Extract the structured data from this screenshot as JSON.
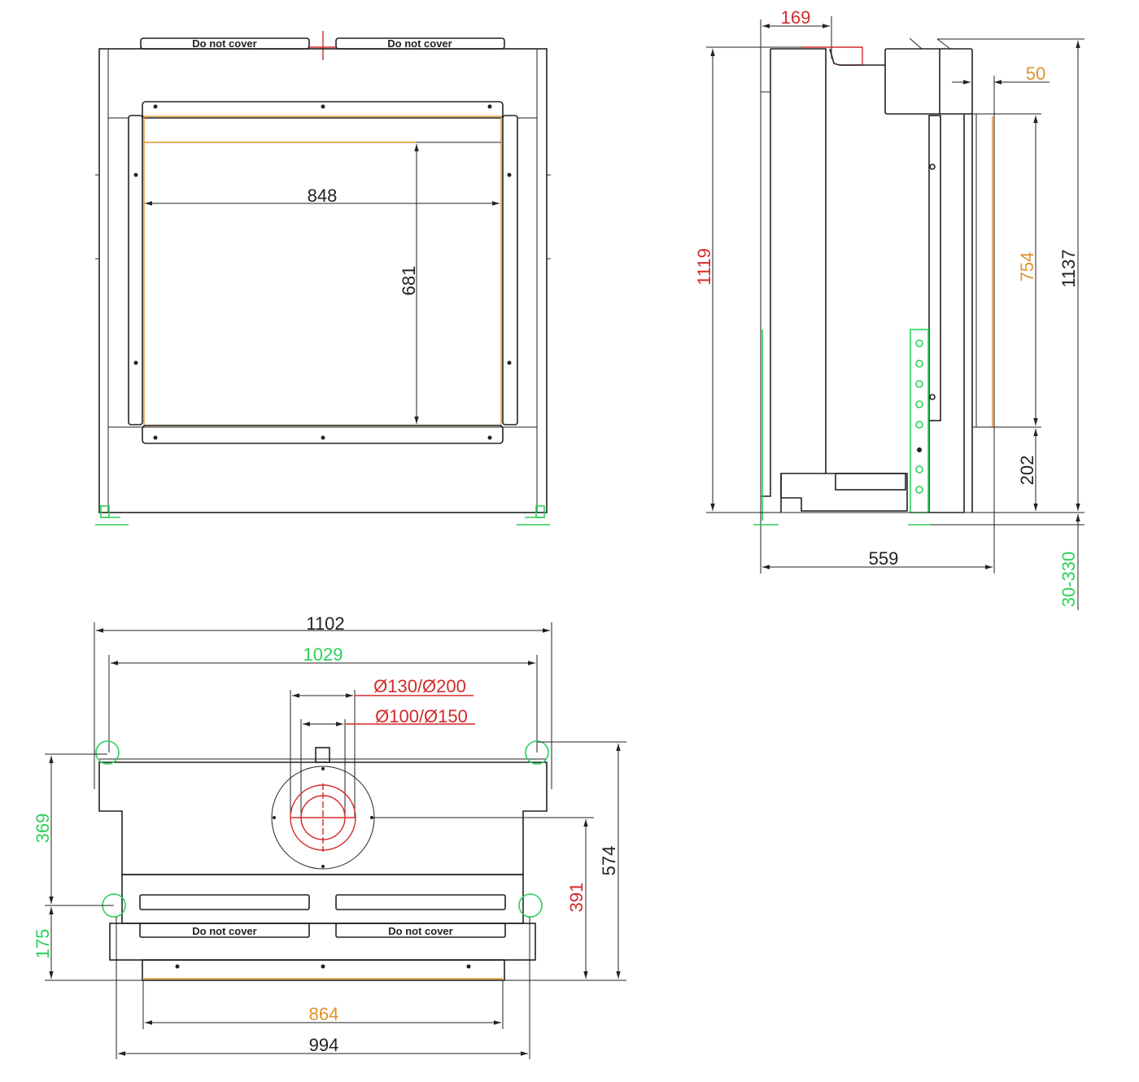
{
  "title": "Fireplace dimension drawing",
  "labels": {
    "do_not_cover": "Do not cover",
    "front_width": "848",
    "front_height": "681",
    "side_depth_top": "169",
    "side_offset": "50",
    "side_height_red": "1119",
    "side_height_glass": "754",
    "side_height_total": "1137",
    "side_base": "202",
    "side_feet_range": "30-330",
    "side_depth": "559",
    "top_width_total": "1102",
    "top_width_feet": "1029",
    "flue_outer": "Ø130/Ø200",
    "flue_inner": "Ø100/Ø150",
    "top_depth_feet": "369",
    "top_depth_front": "175",
    "top_flue_depth": "391",
    "top_depth_total": "574",
    "top_glass_width": "864",
    "top_front_width": "994"
  },
  "colors": {
    "line": "#222222",
    "red": "#d42a2a",
    "orange": "#e0922a",
    "green": "#2bd15a"
  }
}
